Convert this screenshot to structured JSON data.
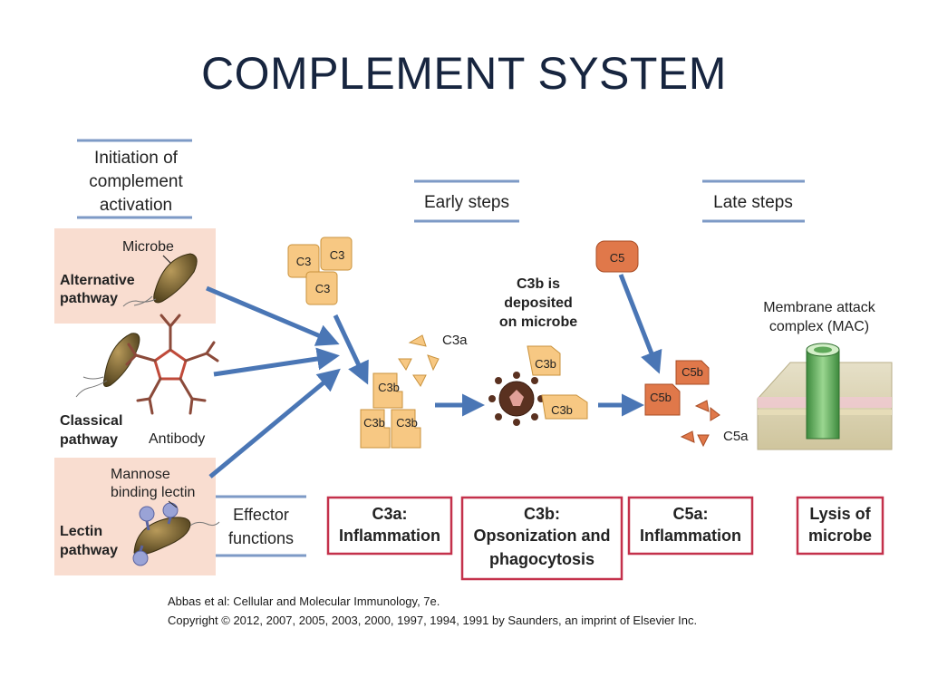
{
  "title": "COMPLEMENT SYSTEM",
  "headers": {
    "initiation": [
      "Initiation of",
      "complement",
      "activation"
    ],
    "early": "Early steps",
    "late": "Late steps",
    "effector": [
      "Effector",
      "functions"
    ]
  },
  "pathways": {
    "alternative": {
      "name": [
        "Alternative",
        "pathway"
      ],
      "label": "Microbe"
    },
    "classical": {
      "name": [
        "Classical",
        "pathway"
      ],
      "label": "Antibody"
    },
    "lectin": {
      "name": [
        "Lectin",
        "pathway"
      ],
      "label": [
        "Mannose",
        "binding lectin"
      ]
    }
  },
  "molecules": {
    "c3": "C3",
    "c3a": "C3a",
    "c3b": "C3b",
    "c5": "C5",
    "c5b": "C5b",
    "c5a": "C5a"
  },
  "deposited_text": [
    "C3b is",
    "deposited",
    "on microbe"
  ],
  "mac_text": [
    "Membrane attack",
    "complex (MAC)"
  ],
  "effects": {
    "c3a": [
      "C3a:",
      "Inflammation"
    ],
    "c3b": [
      "C3b:",
      "Opsonization and",
      "phagocytosis"
    ],
    "c5a": [
      "C5a:",
      "Inflammation"
    ],
    "lysis": [
      "Lysis of",
      "microbe"
    ]
  },
  "credit": {
    "line1": "Abbas et al: Cellular and Molecular Immunology, 7e.",
    "line2": "Copyright © 2012, 2007, 2005, 2003, 2000, 1997, 1994, 1991 by Saunders, an imprint of Elsevier Inc."
  },
  "colors": {
    "title": "#17253f",
    "pathway_bg": "#f9ddd0",
    "c3_fill": "#f7c883",
    "c5_fill": "#e0784a",
    "arrow": "#4a76b5",
    "effect_border": "#c4314b",
    "bracket": "#7d9ac6",
    "mac_green": "#5fa95a"
  }
}
